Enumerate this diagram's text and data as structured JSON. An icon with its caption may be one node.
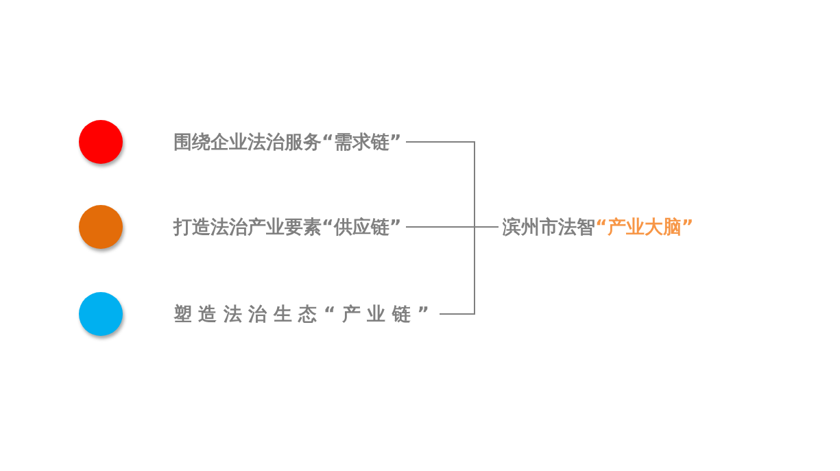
{
  "diagram": {
    "nodes": [
      {
        "text": [
          "围绕企业法治服务“需求链”"
        ]
      },
      {
        "text": [
          "打造法治产业要素“供应链”"
        ]
      },
      {
        "text": [
          "塑造法治生态“产业链”"
        ]
      },
      {
        "text": [
          "滨州市法智",
          "“产业大脑”"
        ]
      }
    ],
    "edges": [
      {
        "from": 0,
        "to": 3,
        "arrow": "none"
      },
      {
        "from": 1,
        "to": 3,
        "arrow": "none"
      },
      {
        "from": 2,
        "to": 3,
        "arrow": "none"
      }
    ]
  }
}
